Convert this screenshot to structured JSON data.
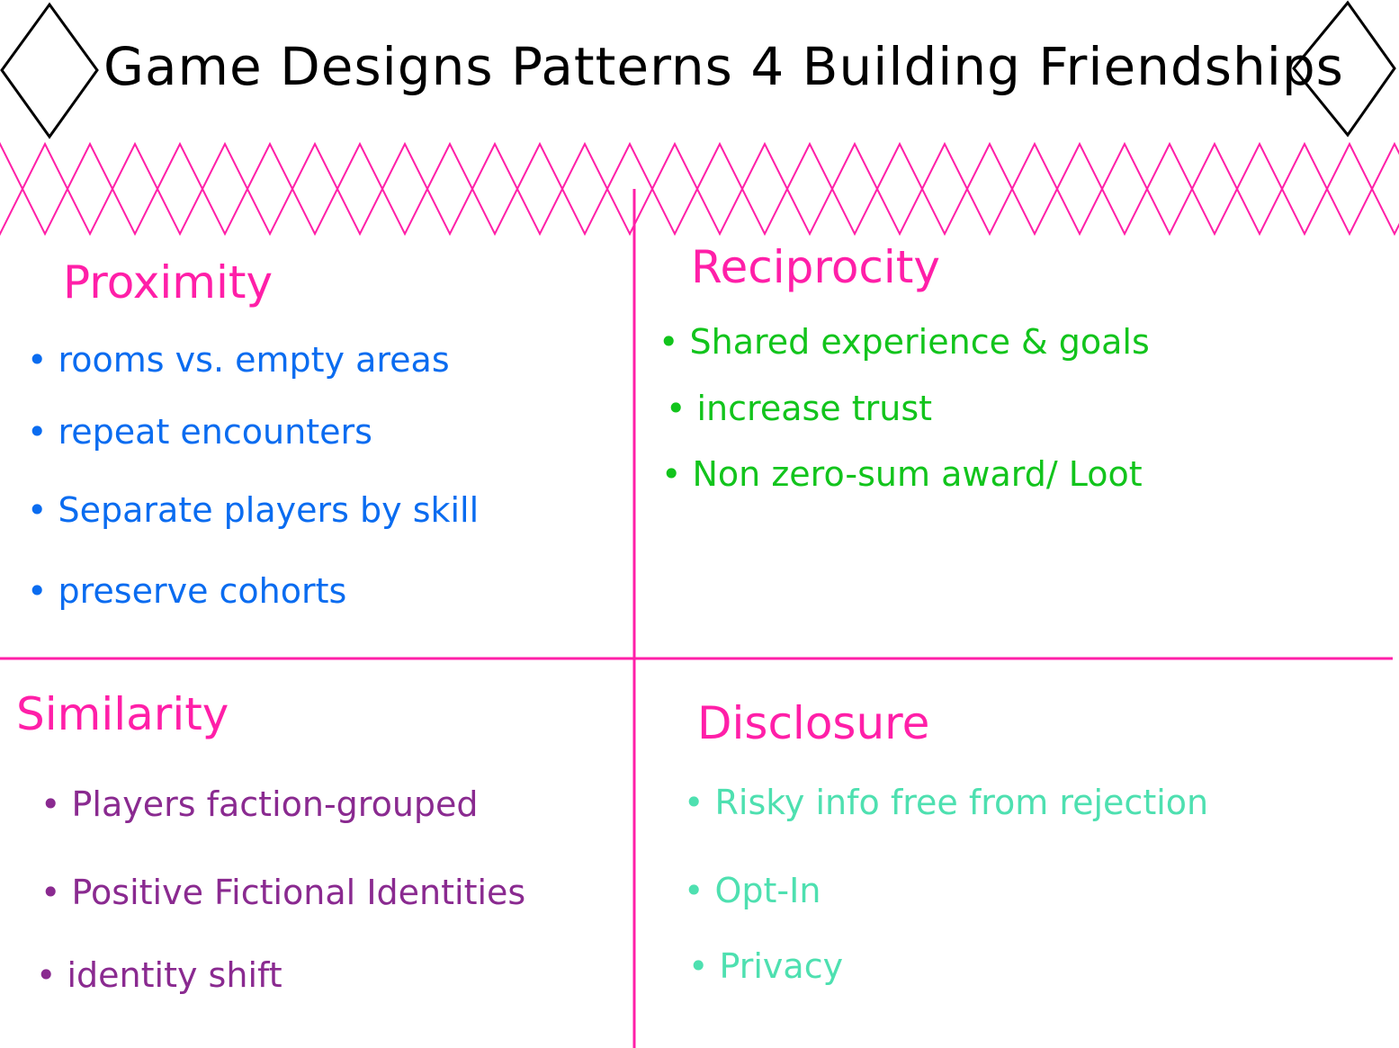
{
  "title": "Game Designs Patterns 4 Building Friendships",
  "colors": {
    "accent": "#ff1fa8",
    "proximity": "#0a6cf0",
    "reciprocity": "#12c41c",
    "similarity": "#8a2a90",
    "disclosure": "#4ee0b0"
  },
  "sections": {
    "proximity": {
      "heading": "Proximity",
      "items": [
        "• rooms vs. empty areas",
        "• repeat encounters",
        "• Separate players by skill",
        "• preserve cohorts"
      ]
    },
    "reciprocity": {
      "heading": "Reciprocity",
      "items": [
        "• Shared experience & goals",
        "• increase trust",
        "• Non zero-sum award/ Loot"
      ]
    },
    "similarity": {
      "heading": "Similarity",
      "items": [
        "• Players faction-grouped",
        "• Positive Fictional Identities",
        "• identity shift"
      ]
    },
    "disclosure": {
      "heading": "Disclosure",
      "items": [
        "• Risky info free from rejection",
        "• Opt-In",
        "• Privacy"
      ]
    }
  }
}
